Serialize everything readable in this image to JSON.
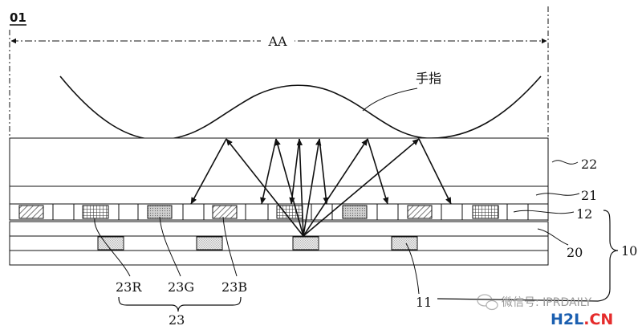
{
  "diagram": {
    "figure_label": "01",
    "dimension_label": "AA",
    "finger_label": "手指",
    "layer_labels": {
      "l22": "22",
      "l21": "21",
      "l12": "12",
      "l10": "10",
      "l20": "20",
      "l11": "11"
    },
    "subpixel_labels": {
      "red": "23R",
      "green": "23G",
      "blue": "23B",
      "group": "23"
    }
  },
  "watermark": {
    "text": "微信号: IPRDAILY",
    "logo": "H2L.CN",
    "logo_color_main": "#1b5fb0",
    "logo_color_accent": "#e52b2b"
  }
}
